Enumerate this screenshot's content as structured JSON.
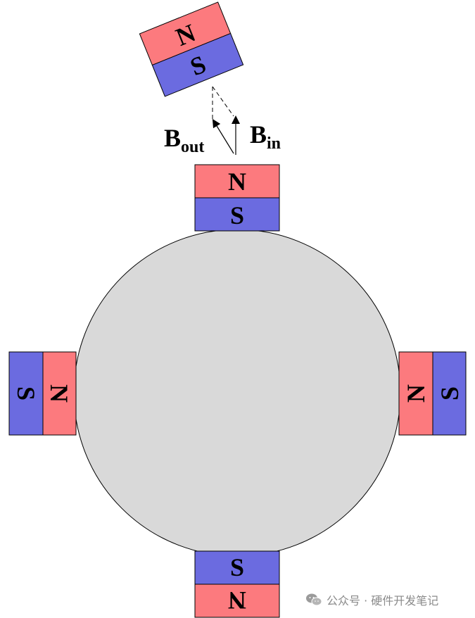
{
  "colors": {
    "north": "#fc7a7e",
    "south": "#6b6be0",
    "disc": "#d9d9d9",
    "stroke": "#000000"
  },
  "magnets": {
    "tilted": {
      "north_label": "N",
      "south_label": "S"
    },
    "top": {
      "north_label": "N",
      "south_label": "S"
    },
    "left": {
      "north_label": "N",
      "south_label": "S"
    },
    "right": {
      "north_label": "N",
      "south_label": "S"
    },
    "bottom": {
      "north_label": "N",
      "south_label": "S"
    }
  },
  "field_labels": {
    "bout": {
      "main": "B",
      "sub": "out"
    },
    "bin": {
      "main": "B",
      "sub": "in"
    }
  },
  "watermark": {
    "icon": "wechat-icon",
    "text": "公众号 · 硬件开发笔记"
  }
}
